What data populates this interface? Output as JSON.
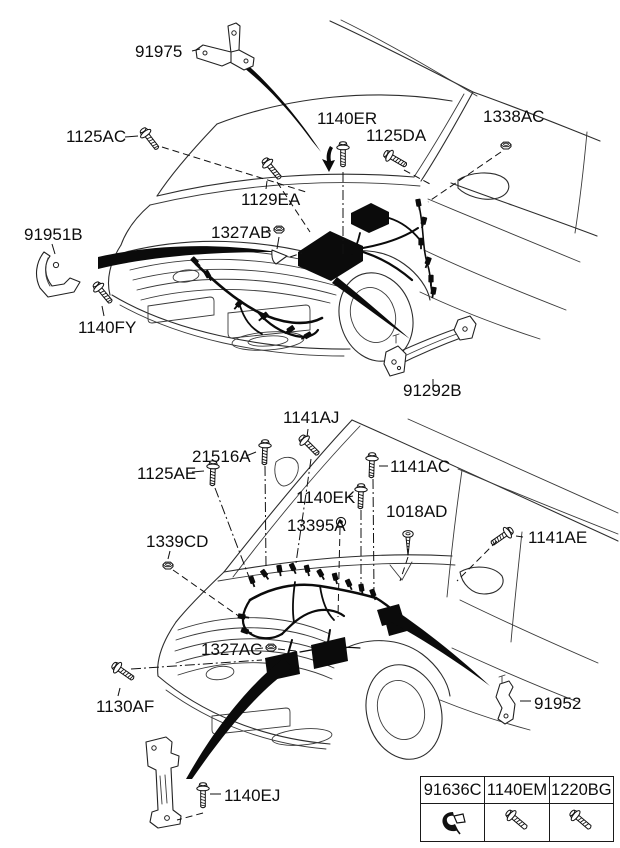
{
  "page": {
    "background": "#ffffff",
    "line_color": "#2d2d2d",
    "ink_color": "#0b0b0b",
    "description": "Engine wiring control harness parts diagram, two car front views with callouts"
  },
  "diagram_top": {
    "labels": [
      {
        "id": "91975",
        "text": "91975",
        "icon": "bracket"
      },
      {
        "id": "1125AC",
        "text": "1125AC",
        "icon": "bolt"
      },
      {
        "id": "1140ER",
        "text": "1140ER",
        "icon": "bolt"
      },
      {
        "id": "1125DA",
        "text": "1125DA",
        "icon": "bolt"
      },
      {
        "id": "1338AC",
        "text": "1338AC",
        "icon": "nut"
      },
      {
        "id": "1129EA",
        "text": "1129EA",
        "icon": "bolt"
      },
      {
        "id": "1327AB",
        "text": "1327AB",
        "icon": "nut"
      },
      {
        "id": "91951B",
        "text": "91951B",
        "icon": "bracket"
      },
      {
        "id": "1140FY",
        "text": "1140FY",
        "icon": "bolt"
      },
      {
        "id": "91292B",
        "text": "91292B",
        "icon": "bracket"
      }
    ]
  },
  "diagram_bottom": {
    "labels": [
      {
        "id": "1141AJ",
        "text": "1141AJ",
        "icon": "bolt"
      },
      {
        "id": "21516A",
        "text": "21516A",
        "icon": "bolt"
      },
      {
        "id": "1125AE",
        "text": "1125AE",
        "icon": "bolt"
      },
      {
        "id": "1141AC",
        "text": "1141AC",
        "icon": "bolt"
      },
      {
        "id": "1140EK",
        "text": "1140EK",
        "icon": "bolt"
      },
      {
        "id": "13395A",
        "text": "13395A",
        "icon": "grommet"
      },
      {
        "id": "1018AD",
        "text": "1018AD",
        "icon": "screw"
      },
      {
        "id": "1339CD",
        "text": "1339CD",
        "icon": "nut"
      },
      {
        "id": "1141AE",
        "text": "1141AE",
        "icon": "bolt"
      },
      {
        "id": "1327AC",
        "text": "1327AC",
        "icon": "nut"
      },
      {
        "id": "1130AF",
        "text": "1130AF",
        "icon": "bolt"
      },
      {
        "id": "91952",
        "text": "91952",
        "icon": "bracket"
      },
      {
        "id": "1140EJ",
        "text": "1140EJ",
        "icon": "bolt"
      }
    ]
  },
  "table": {
    "columns": [
      {
        "code": "91636C",
        "icon": "harness-clip"
      },
      {
        "code": "1140EM",
        "icon": "bolt"
      },
      {
        "code": "1220BG",
        "icon": "bolt"
      }
    ]
  }
}
